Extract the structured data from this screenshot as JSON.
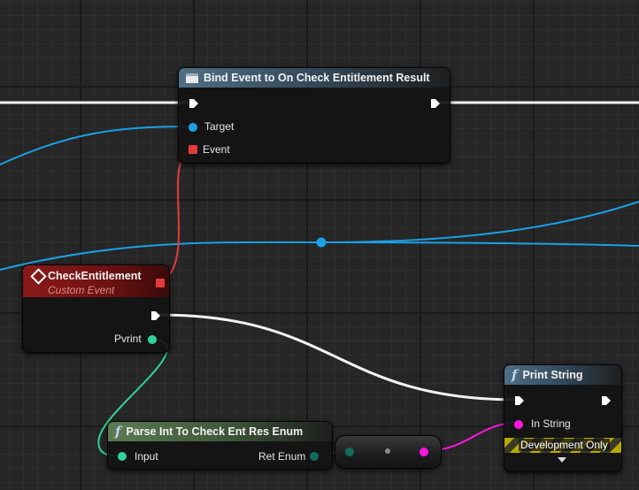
{
  "nodes": {
    "bind_event": {
      "title": "Bind Event to On Check Entitlement Result",
      "target_label": "Target",
      "event_label": "Event"
    },
    "custom_event": {
      "title": "CheckEntitlement",
      "subtitle": "Custom Event",
      "pin_label": "Pvrint"
    },
    "parse_int": {
      "title": "Parse Int To Check Ent Res Enum",
      "input_label": "Input",
      "output_label": "Ret Enum"
    },
    "print_string": {
      "title": "Print String",
      "in_string_label": "In String",
      "dev_only_label": "Development Only"
    }
  },
  "colors": {
    "exec_wire": "#ffffff",
    "object_pin": "#1aa1e6",
    "delegate_pin": "#e33b3b",
    "int_pin": "#2fd39b",
    "byte_pin": "#116b5f",
    "string_pin": "#ff17e0"
  },
  "icons": {
    "function": "function-f-icon",
    "event": "event-diamond-icon",
    "bind": "bind-event-icon"
  }
}
